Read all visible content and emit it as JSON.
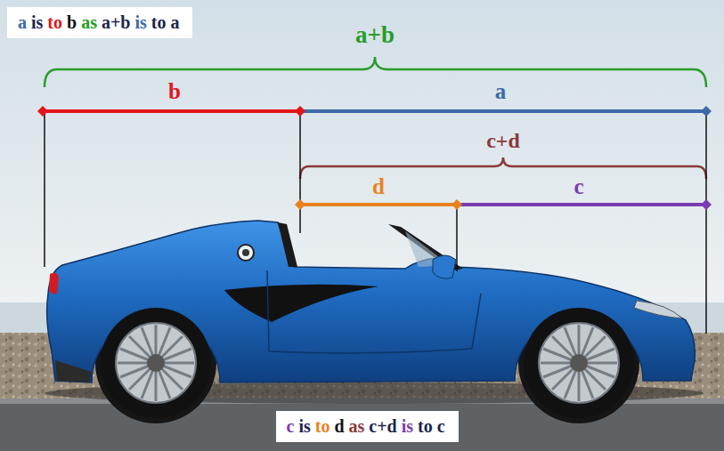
{
  "diagram": {
    "nodes": [
      {
        "text": [
          "a is to b as a+b is to a"
        ]
      },
      {
        "text": [
          "c is to d as c+d is to c"
        ]
      }
    ],
    "labels": [
      "a+b",
      "b",
      "a",
      "c+d",
      "d",
      "c"
    ]
  }
}
